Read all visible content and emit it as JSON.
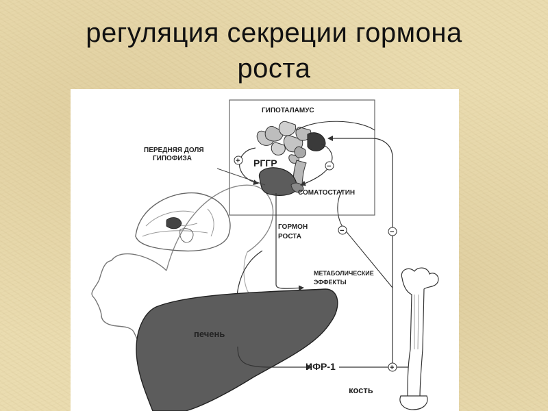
{
  "slide": {
    "title_line1": "регуляция секреции гормона",
    "title_line2": "роста"
  },
  "diagram": {
    "labels": {
      "hypothalamus": "ГИПОТАЛАМУС",
      "anterior_pituitary_line1": "ПЕРЕДНЯЯ ДОЛЯ",
      "anterior_pituitary_line2": "ГИПОФИЗА",
      "ghrh": "РГГР",
      "somatostatin": "СОМАТОСТАТИН",
      "growth_hormone_line1": "ГОРМОН",
      "growth_hormone_line2": "РОСТА",
      "metabolic_line1": "МЕТАБОЛИЧЕСКИЕ",
      "metabolic_line2": "ЭФФЕКТЫ",
      "liver": "печень",
      "igf1": "ИФР-1",
      "bone": "кость"
    },
    "signs": {
      "plus": "+",
      "minus": "−"
    },
    "colors": {
      "organ_dark": "#5c5c5c",
      "organ_mid": "#9a9a9a",
      "organ_light": "#c9c9c9",
      "line": "#333333"
    }
  }
}
